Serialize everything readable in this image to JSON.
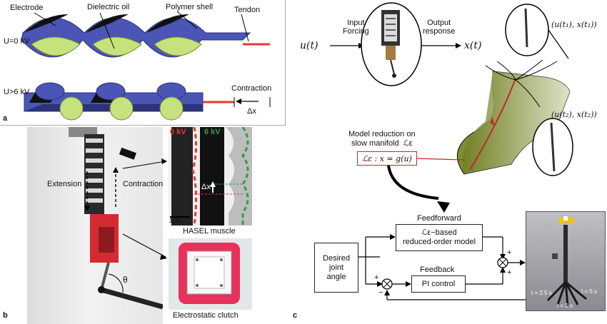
{
  "panel_a": {
    "tag": "a",
    "labels": {
      "electrode": "Electrode",
      "dielectric_oil": "Dielectric oil",
      "polymer_shell": "Polymer shell",
      "tendon": "Tendon",
      "u_zero": "U=0  kV",
      "u_six": "U>6  kV",
      "contraction": "Contraction",
      "delta_x": "Δx"
    }
  },
  "panel_b": {
    "tag": "b",
    "labels": {
      "extension": "Extension",
      "contraction": "Contraction",
      "theta": "θ",
      "zero_kv": "0 kV",
      "six_kv": "6 kV",
      "delta_x": "Δx",
      "scale": "1cm",
      "hasel_muscle": "HASEL muscle",
      "electrostatic_clutch": "Electrostatic clutch"
    }
  },
  "panel_c": {
    "tag": "c",
    "labels": {
      "input_forcing": "Input\nForcing",
      "output_response": "Output\nresponse",
      "u_t": "u(t)",
      "x_t": "x(t)",
      "pair_t1": "(u(t₁), x(t₁))",
      "pair_t2": "(u(t₂), x(t₂))",
      "model_reduction": "Model reduction on\nslow manifold  ℒε",
      "manifold_eq": "ℒε : x = g(u)",
      "feedforward": "Feedforward",
      "ff_box": "ℒε−based\nreduced-order model",
      "desired": "Desired\njoint\nangle",
      "feedback": "Feedback",
      "pi_box": "PI control",
      "t25": "t = 2.5 s",
      "t5": "t = 5 s",
      "t0": "t = 0 s",
      "plus": "+",
      "minus": "−"
    }
  }
}
